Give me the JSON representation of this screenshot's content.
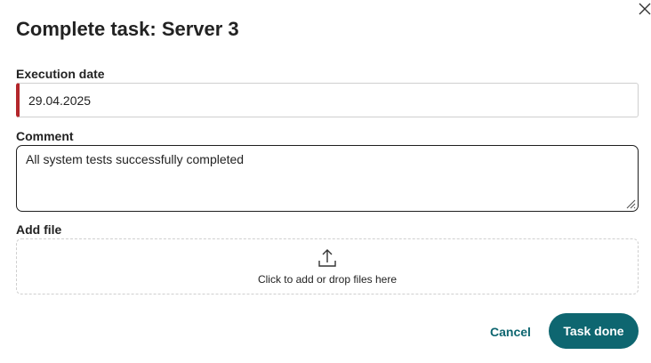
{
  "dialog": {
    "title": "Complete task: Server 3",
    "close_icon": "close-icon"
  },
  "form": {
    "execution_date": {
      "label": "Execution date",
      "value": "29.04.2025"
    },
    "comment": {
      "label": "Comment",
      "value": "All system tests successfully completed"
    },
    "add_file": {
      "label": "Add file",
      "icon": "upload-icon",
      "hint": "Click to add or drop files here"
    }
  },
  "actions": {
    "cancel_label": "Cancel",
    "done_label": "Task done"
  },
  "colors": {
    "accent": "#0e6670",
    "required_marker": "#b3262b"
  }
}
